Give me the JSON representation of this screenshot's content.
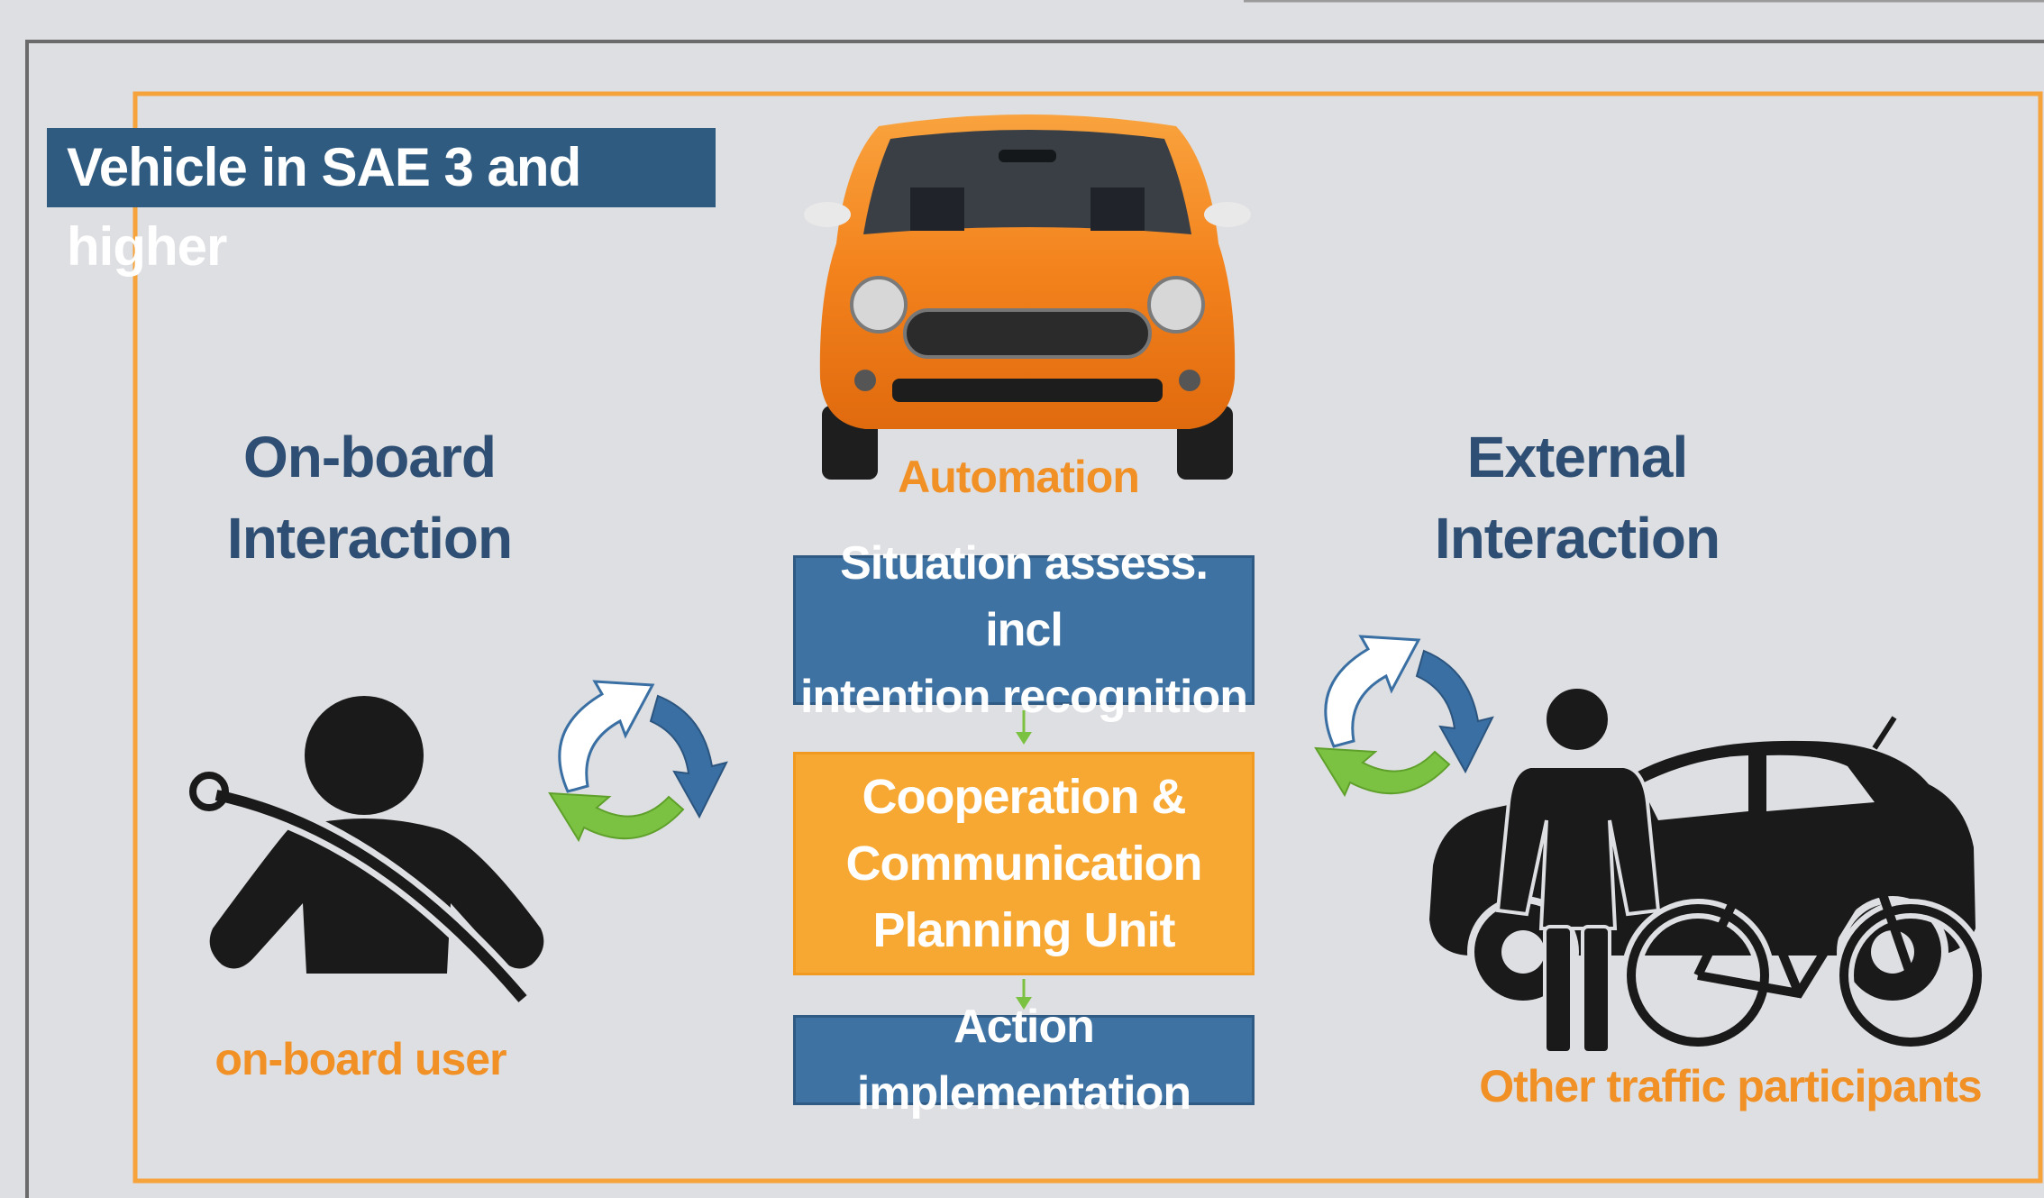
{
  "title": "Vehicle in SAE 3 and higher",
  "onboard": {
    "heading_line1": "On-board",
    "heading_line2": "Interaction",
    "label": "on-board user"
  },
  "external": {
    "heading_line1": "External",
    "heading_line2": "Interaction",
    "label": "Other traffic participants"
  },
  "automation": {
    "label": "Automation",
    "steps": [
      {
        "line1": "Situation assess. incl",
        "line2": "intention recognition"
      },
      {
        "line1": "Cooperation &",
        "line2": "Communication",
        "line3": "Planning Unit"
      },
      {
        "line1": "Action implementation"
      }
    ]
  },
  "colors": {
    "title_bg": "#2f5b80",
    "heading": "#2e4f73",
    "orange_text": "#f19025",
    "frame_orange": "#f5a33a",
    "box_blue": "#3e72a3",
    "box_orange": "#f7a832",
    "arrow_green": "#7cc242",
    "cycle_blue": "#3a6fa3"
  },
  "icons": [
    "car-front-icon",
    "seatbelt-user-icon",
    "cycle-arrows-icon",
    "pedestrian-icon",
    "bicycle-icon",
    "car-side-icon"
  ]
}
